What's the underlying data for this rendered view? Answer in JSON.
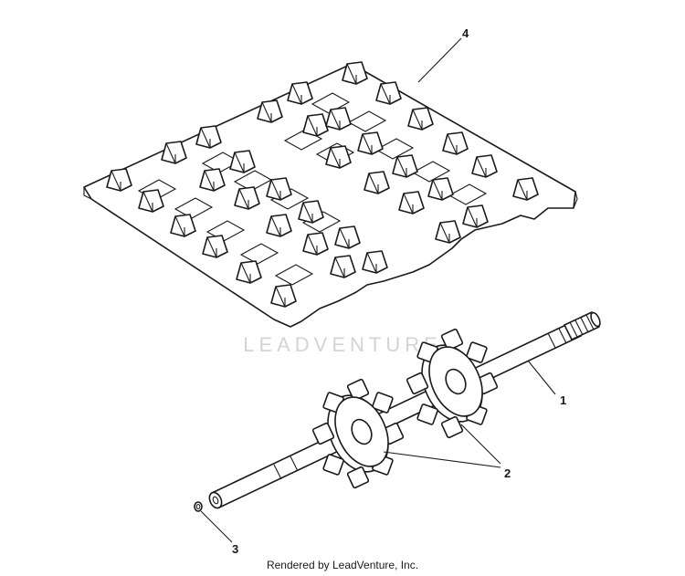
{
  "callouts": [
    {
      "id": "1",
      "label": "1"
    },
    {
      "id": "2",
      "label": "2"
    },
    {
      "id": "3",
      "label": "3"
    },
    {
      "id": "4",
      "label": "4"
    }
  ],
  "watermark": "LEADVENTURE",
  "footer": "Rendered by LeadVenture, Inc."
}
